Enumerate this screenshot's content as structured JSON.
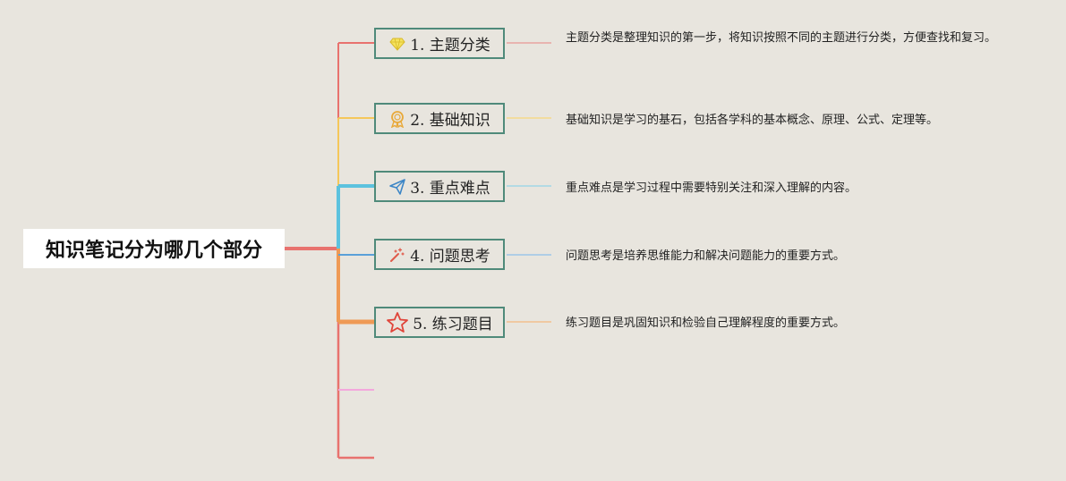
{
  "root": {
    "title": "知识笔记分为哪几个部分"
  },
  "topics": [
    {
      "label": "1. 主题分类",
      "icon": "gem-icon",
      "color": "#e8726e",
      "note": "主题分类是整理知识的第一步，将知识按照不同的主题进行分类，方便查找和复习。"
    },
    {
      "label": "2. 基础知识",
      "icon": "award-icon",
      "color": "#f5c75a",
      "note": "基础知识是学习的基石，包括各学科的基本概念、原理、公式、定理等。"
    },
    {
      "label": "3. 重点难点",
      "icon": "paper-plane-icon",
      "color": "#5cc2de",
      "note": "重点难点是学习过程中需要特别关注和深入理解的内容。"
    },
    {
      "label": "4. 问题思考",
      "icon": "magic-wand-icon",
      "color": "#5aa0d8",
      "note": "问题思考是培养思维能力和解决问题能力的重要方式。"
    },
    {
      "label": "5. 练习题目",
      "icon": "star-icon",
      "color": "#ef9a55",
      "note": "练习题目是巩固知识和检验自己理解程度的重要方式。"
    }
  ],
  "empty_branch_colors": [
    "#f3a7dc",
    "#e8726e"
  ],
  "trunk_color": "#e8726e"
}
